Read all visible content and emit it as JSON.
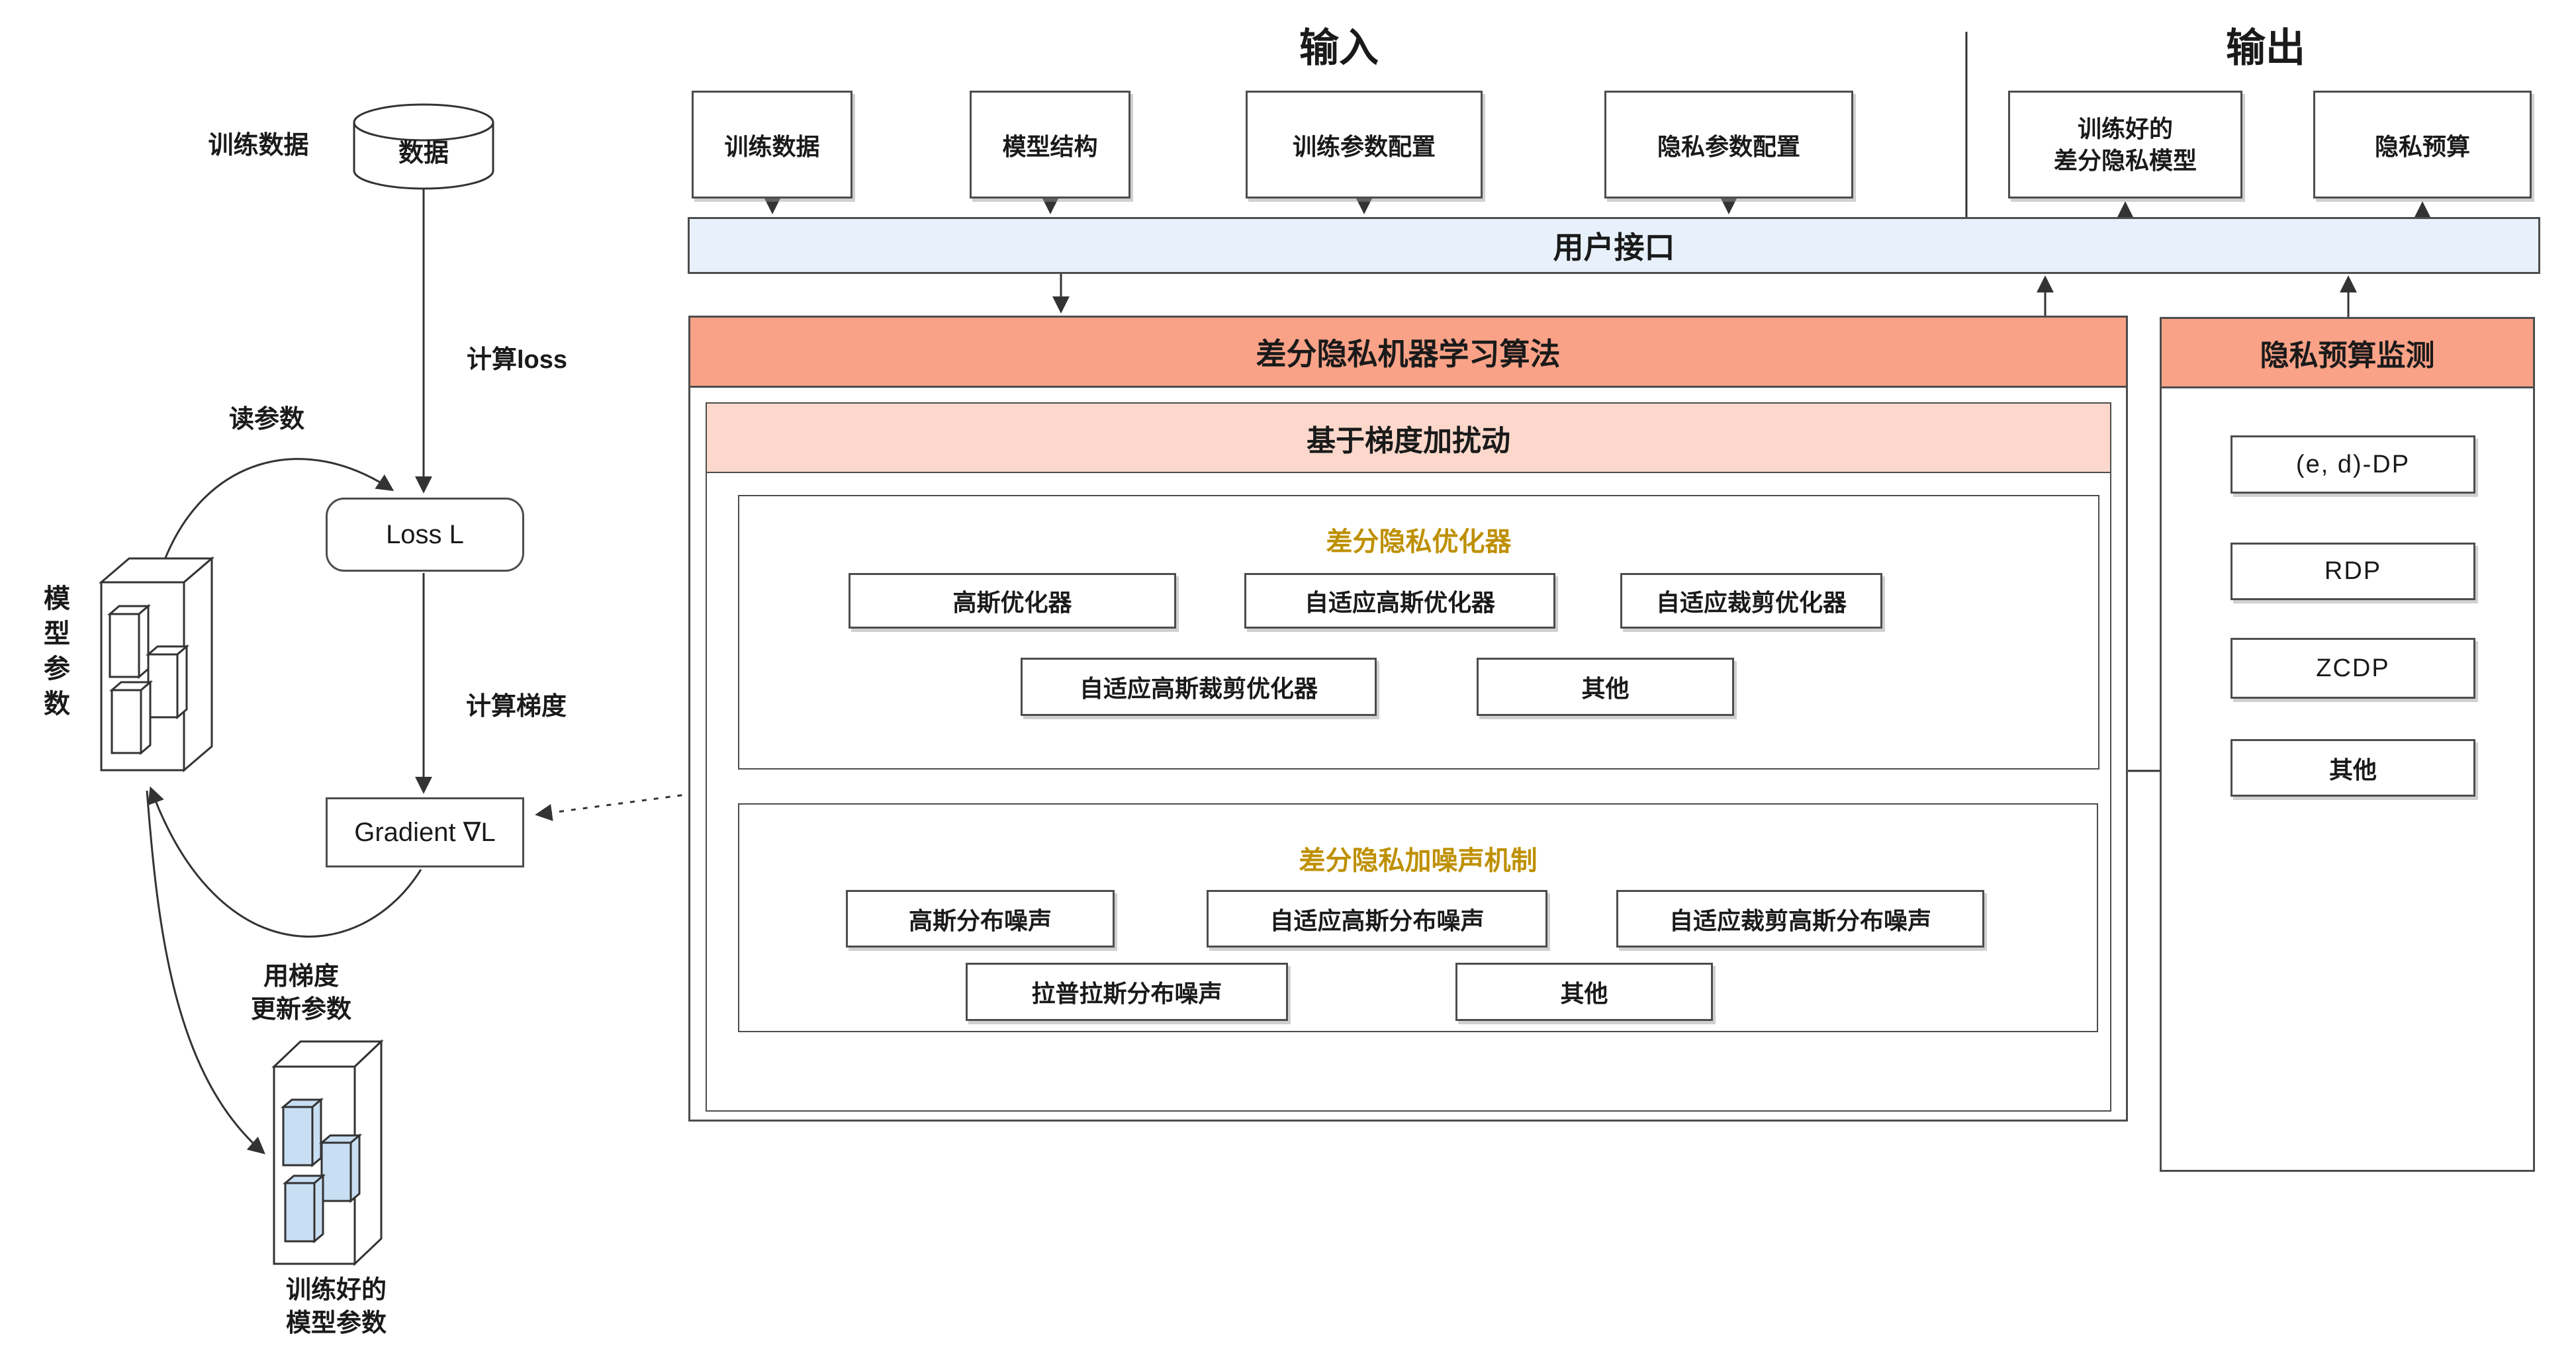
{
  "titles": {
    "input": "输入",
    "output": "输出"
  },
  "left_flow": {
    "dataset_label": "训练数据",
    "cylinder_label": "数据",
    "compute_loss_label": "计算loss",
    "read_params_label": "读参数",
    "loss_box": "Loss L",
    "compute_gradient_label": "计算梯度",
    "gradient_box": "Gradient ∇L",
    "model_params_label": "模\n型\n参\n数",
    "update_params_label": "用梯度\n更新参数",
    "trained_params_label": "训练好的\n模型参数"
  },
  "inputs": [
    "训练数据",
    "模型结构",
    "训练参数配置",
    "隐私参数配置"
  ],
  "outputs": [
    "训练好的\n差分隐私模型",
    "隐私预算"
  ],
  "user_interface": {
    "label": "用户接口"
  },
  "ml_panel": {
    "header": "差分隐私机器学习算法",
    "sub_header": "基于梯度加扰动",
    "optimizer_section": {
      "title": "差分隐私优化器",
      "row1": [
        "高斯优化器",
        "自适应高斯优化器",
        "自适应裁剪优化器"
      ],
      "row2": [
        "自适应高斯裁剪优化器",
        "其他"
      ]
    },
    "noise_section": {
      "title": "差分隐私加噪声机制",
      "row1": [
        "高斯分布噪声",
        "自适应高斯分布噪声",
        "自适应裁剪高斯分布噪声"
      ],
      "row2": [
        "拉普拉斯分布噪声",
        "其他"
      ]
    }
  },
  "monitor_panel": {
    "header": "隐私预算监测",
    "items": [
      "(e, d)-DP",
      "RDP",
      "ZCDP",
      "其他"
    ]
  },
  "colors": {
    "salmon_header": "#F9A287",
    "pink_subheader": "#FBD8CB",
    "blue_bar": "#E8F1FB",
    "gold_title": "#BE9000",
    "cube_blue": "#C8DEF3",
    "line": "#3d3d3d"
  }
}
